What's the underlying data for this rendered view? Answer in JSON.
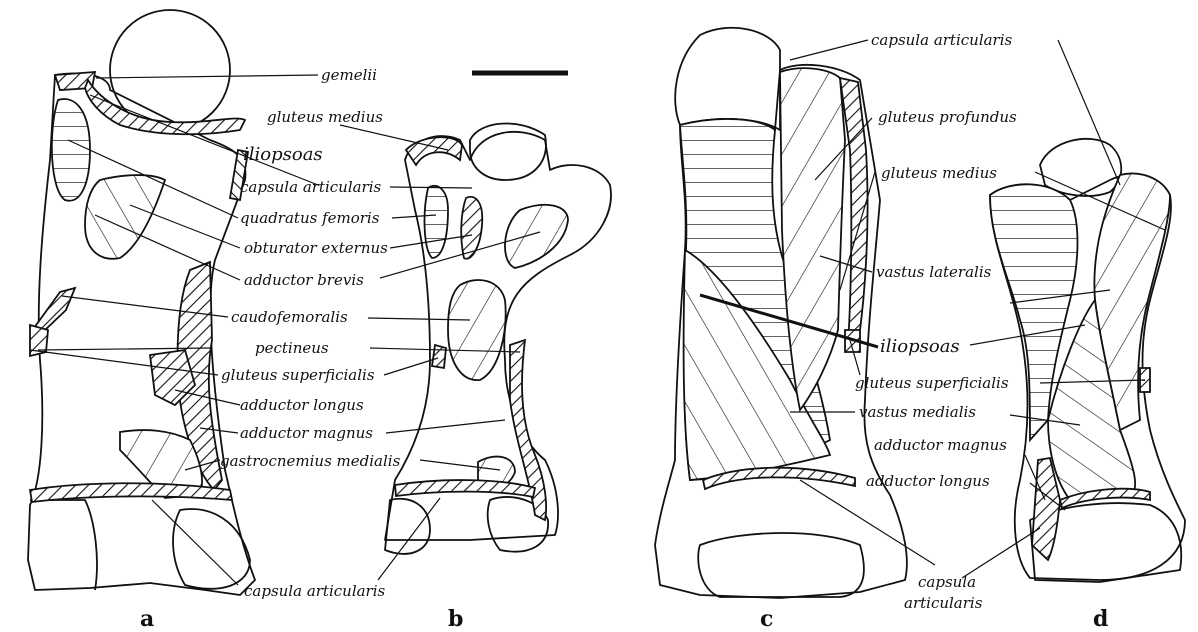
{
  "panels": {
    "a": "a",
    "b": "b",
    "c": "c",
    "d": "d"
  },
  "labels": {
    "gemelii": "gemelii",
    "gluteus_medius": "gluteus medius",
    "iliopsoas": "iliopsoas",
    "capsula_articularis": "capsula articularis",
    "quadratus_femoris": "quadratus femoris",
    "obturator_externus": "obturator externus",
    "adductor_brevis": "adductor brevis",
    "caudofemoralis": "caudofemoralis",
    "pectineus": "pectineus",
    "gluteus_superficialis": "gluteus superficialis",
    "adductor_longus": "adductor longus",
    "adductor_magnus": "adductor magnus",
    "gastrocnemius_medialis": "gastrocnemius medialis",
    "capsula_articularis_bottom": "capsula articularis",
    "capsula_articularis_c": "capsula articularis",
    "gluteus_profundus": "gluteus profundus",
    "gluteus_medius_c": "gluteus medius",
    "vastus_lateralis": "vastus lateralis",
    "iliopsoas_c": "iliopsoas",
    "gluteus_superficialis_c": "gluteus superficialis",
    "vastus_medialis": "vastus medialis",
    "adductor_magnus_c": "adductor magnus",
    "adductor_longus_c": "adductor longus",
    "capsula_line1": "capsula",
    "capsula_line2": "articularis"
  },
  "colors": {
    "ink": "#111111",
    "paper": "#ffffff"
  }
}
